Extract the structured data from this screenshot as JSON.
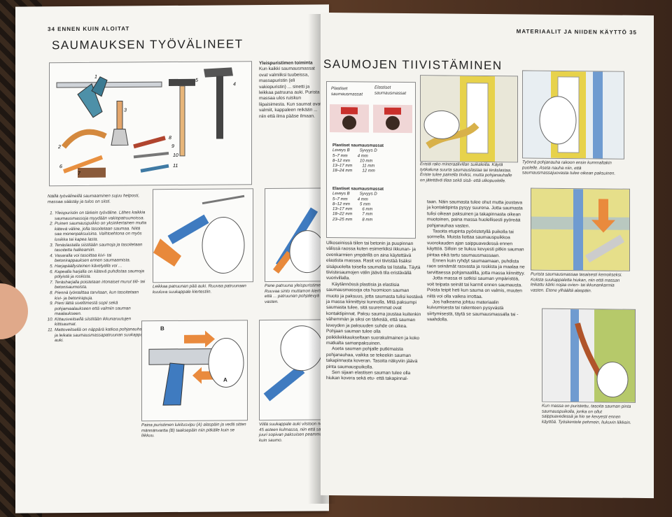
{
  "left_page": {
    "running_head": "34 ENNEN KUIN ALOITAT",
    "title": "SAUMAUKSEN TYÖVÄLINEET",
    "sidebar_heading": "Yleispuristimen toiminta",
    "sidebar_text": "Kun kaikki saumausmassat ovat valmiiksi tuubeissa, massapuristin (eli vakiopuristin) ... sinetti ja leikkaa patruuna auki. Purista massaa ulos ruiskun liipaisimesta. Kun saumat ovat valmiit, kappaleen reikään ... niin että ilma pääse ilmaan.",
    "tools_intro": "Näillä työvälineillä saumaaminen sujuu helposti, massaa säästäy ja tulos on siisti.",
    "tool_list": [
      "Yleispuristin on tärkein työväline. Lähes kaikkia saumausmassoja myydään vakiopatruunoissa.",
      "Puinen saumauspuikko on yksinkertainen mutta kätevä väline, jolla tasoitetaan saumaa. Niitä saa monenpaksuisina. Vaihtoehtona on myös lusikka tai kapea lasta.",
      "Tenäslastalla siistitään saumoja ja tasoitetaan tasoitetta halkeamiin.",
      "Vasaralla voi tasoittaa kivi- tai betonirappauksen ennen saumaamista.",
      "Harjapäällysteinen kävelyalla voi ... ",
      "Kapealla harjalla on kätevä puhdistaa saumoja pölyistä ja roskista.",
      "Teräsharjalla poistetaan irtonaiset murut tiili- tai betonisaumoista.",
      "Piennä lyöntalttaa tarvitaan, kun tasoitetaan kivi- ja betonirapuja.",
      "Pieni lättä siveltimestä sopii sekä pohjamaalaukseen että valmiin sauman maalaukseen.",
      "Kittausveitsellä siistitään ikkunaruutujen kittisaumat.",
      "Mattoveitsellä on näppärä katkoa pohjanauhaa ja leikata saumausmassapatruunan suukappale auki."
    ],
    "caption1": "Leikkaa patruunan pää auki. Ruuvaa patruunaan kuuluva suukappale kiertestiin.",
    "caption2": "Pane patruuna yleispuristimeen. Ruuvaa sinto muttamon kiertiin, että ... patruunan pohjalevyä vasten.",
    "caption3": "Paina puristimen lukitusvipu (A) alaspäin ja vedä sitten männänvartta (B) taaksepäin niin pitkälle kuin se liikkuu.",
    "caption4": "Viillä suukappale auki viistoon noin 45 asteen kulmassa, niin että saat juuri sopivan paksuisen peammaksi kuin saumo.",
    "label_a": "A",
    "label_b": "B"
  },
  "right_page": {
    "running_head": "MATERIAALIT JA NIIDEN KÄYTTÖ 35",
    "title": "SAUMOJEN TIIVISTÄMINEN",
    "chart_head_left": "Plastiset saumausmassat",
    "chart_head_right": "Elastiset saumausmassat",
    "plastic_title": "Plastiset saumausmassat",
    "elastic_title": "Elastiset saumausmassat",
    "col_width": "Leveys B",
    "col_depth": "Syvyys D",
    "plastic_rows": [
      [
        "5–7 mm",
        "4 mm"
      ],
      [
        "8–12 mm",
        "10 mm"
      ],
      [
        "13–17 mm",
        "11 mm"
      ],
      [
        "18–24 mm",
        "12 mm"
      ]
    ],
    "elastic_rows": [
      [
        "5–7 mm",
        "4 mm"
      ],
      [
        "8–12 mm",
        "5 mm"
      ],
      [
        "13–17 mm",
        "6 mm"
      ],
      [
        "18–22 mm",
        "7 mm"
      ],
      [
        "23–25 mm",
        "8 mm"
      ]
    ],
    "body1": "Ulkoseinissä tiilen tai betonin ja puupinnan välissä raossa kuten esimerkiksi ikkunan- ja ovenkarmien ympärillä on aina käytettävä elastista massaa. Rasit voi tiivistää lisäksi sisäpuolelta toisella saumalla tai listalla. Täytä tiivistesaumojen välin jäävä tila eristävällä vuorivillalla.",
    "body2": "Käytännössä plastisia ja elastisia saumausmassoja ota huomioon sauman muoto ja paksuus, jotta saumasta tulisi kestävä ja massa kiinnittyisi kunnolla. Mitä paksumpi saumasta tulee, sitä suuremmat ovat kontaktipinnat. Paksu sauma joustaa kuitenkin vähemmän ja siksi on tärkeää, että sauman leveyden ja paksuuden suhde on oikea. Pohjaan sauman tulee olla poikkileikkaukseltaan suorakulmainen ja koko matkalta samanpaksuinen.",
    "body3": "Aseta sauman pohjalle putkimaista pohjanauhaa, vaikka se tekeekin sauman takapinnasta koveran. Tasoita näkyviin jäävä pinta saumauspuikolla.",
    "body4": "Sen sijaan elastisen sauman tulee olla hiukan kovera sekä etu- että takapinnal-",
    "body5": "taan. Näin saumasta tulee ohut mutta joustava ja kontaktipinta pysyy suurena. Jotta saumasta tulisi oikean paksuinen ja takapinnasta oikean muotoinen, paina massa huolellisesti pyöreää pohjanauhaa vasten.",
    "body6": "Tasoita etupinta pyöristetyllä puikolla tai sormella. Muista liottaa saumauspuikkoa vuorokauden ajan saippuavedessä ennen käyttöä. Silloin se liukuu kevyesti pitkin sauman pintaa eikä tartu saumausmassaan.",
    "body7": "Ennen kuin ryhdyt saumaamaan, puhdista raon seinämät rasvasta ja roskista ja maalaa ne tarvittaessa pohjamaalilla, jotta massa kiinnittyy.",
    "body8": "Jotta massa ei sotkisi sauman ympäristöä, voit teipata seinät tai karmit ennen saumausta. Poista teipit heti kun sauma on valmis, muuten niitä voi olla vaikea irrottaa.",
    "body9": "Jos halkeama johtuu materiaalin kuivumisesta tai rakenteen pysyvästä siirtymisestä, täytä se saumausmassalla tai -vaahdolla.",
    "cap1": "Eristä rako mineraalivillan suikaleilla. Käytä työkaluna suurta saumauslastaa tai teräslastaa. Eriste tulee painella tiiviksi, mutta pohjanauhalle on jätettävä tilaa sekä sisä- että ulkopuolelle.",
    "cap2": "Työnnä pohjanauha rakoon ensin kummaltakin puolelle. Aseta nauha niin, että saumausmassajuovasta tulee oikean paksuinen.",
    "cap3": "Purista saumausmassaa tasaisesti kemokseksi. Kolista suukappaletta hiukan, niin että massan leikattu kärki nojaa ovien- tai ikkunankarmia vasten. Etene ylhäältä alaspäin.",
    "cap4": "Kun massa on puristettu, tasoita sauman pinta saumauspuikolla, jonka on ollut saippuavedessä ja hio se kevyesti ennen käyttöä. Työskentele pehmein, liukuvin liikkein."
  },
  "colors": {
    "paper": "#f6f5f1",
    "accent_orange": "#e98a3d",
    "accent_yellow": "#e7d24b",
    "accent_red": "#c9302c",
    "blue": "#6f9bd0"
  }
}
